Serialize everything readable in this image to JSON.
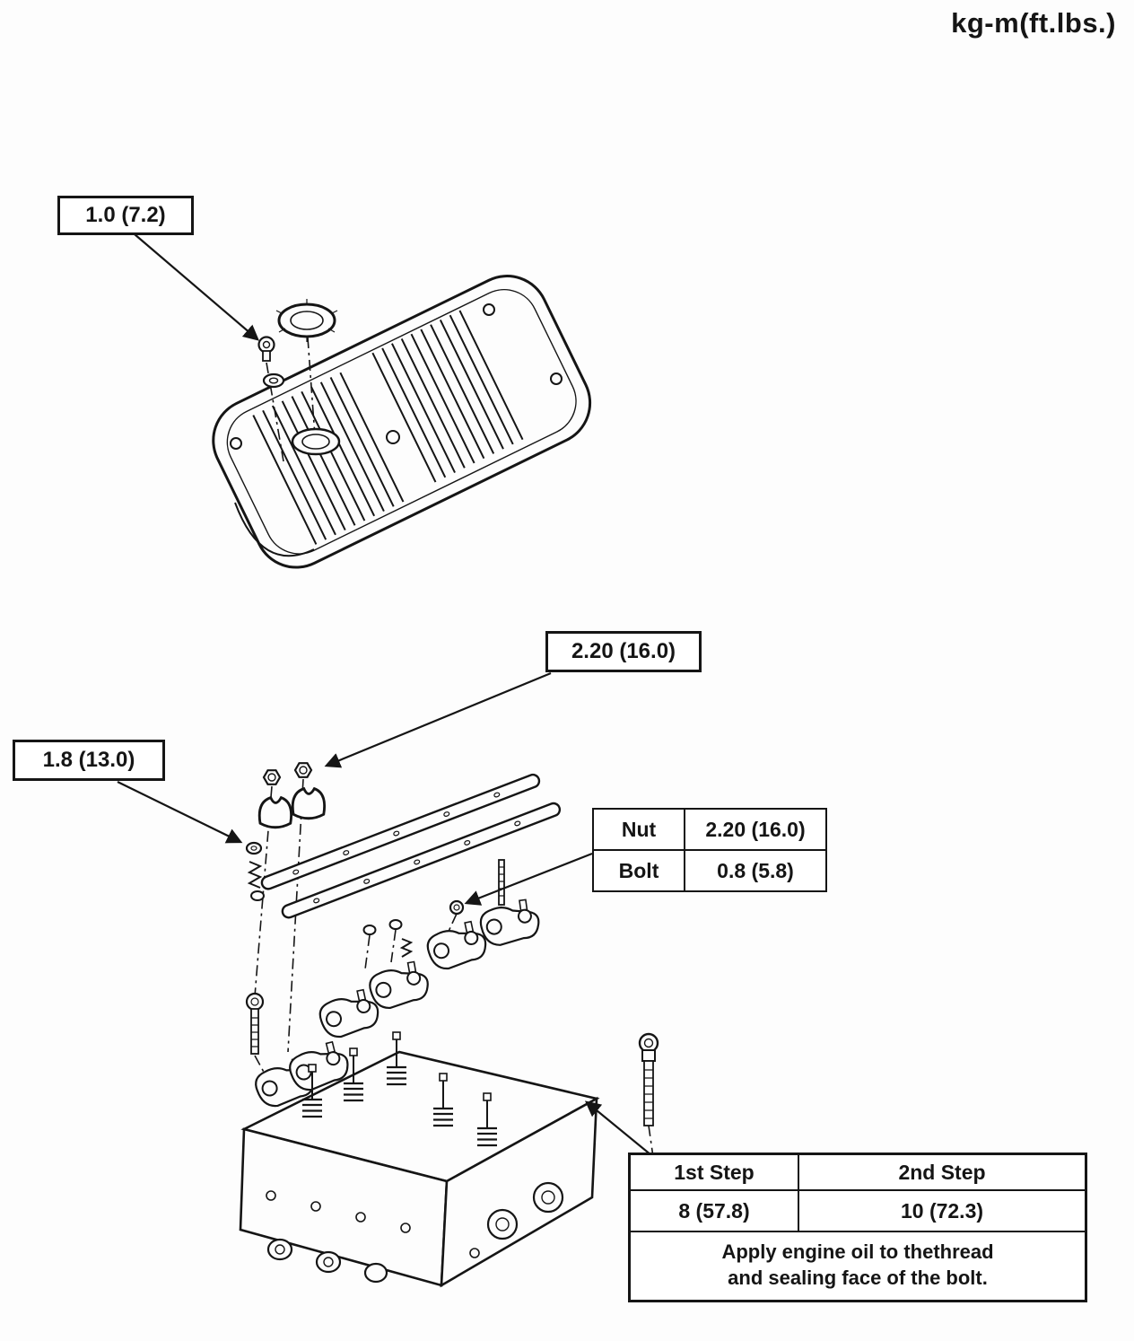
{
  "page": {
    "units_label": "kg-m(ft.lbs.)"
  },
  "callouts": {
    "oil_cap_bolt": "1.0 (7.2)",
    "rocker_nut": "2.20 (16.0)",
    "rocker_washer": "1.8 (13.0)"
  },
  "fastener_table": {
    "row1_name": "Nut",
    "row1_value": "2.20 (16.0)",
    "row2_name": "Bolt",
    "row2_value": "0.8 (5.8)"
  },
  "torque_table": {
    "header_col1": "1st Step",
    "header_col2": "2nd Step",
    "value_col1": "8 (57.8)",
    "value_col2": "10 (72.3)",
    "note_line1": "Apply engine oil to thethread",
    "note_line2": "and sealing face of the bolt."
  }
}
